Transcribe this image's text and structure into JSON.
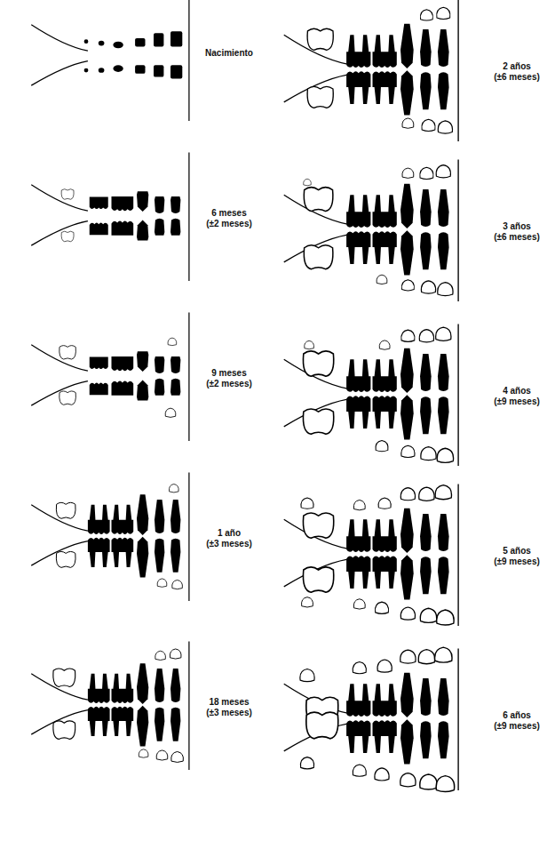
{
  "diagram": {
    "labels": [
      "Nacimiento",
      "6 meses",
      "(±2 meses)",
      "9 meses",
      "(±2 meses)",
      "1 año",
      "(±3 meses)",
      "18 meses",
      "(±3 meses)",
      "2 años",
      "(±6 meses)",
      "3 años",
      "(±6 meses)",
      "4 años",
      "(±9 meses)",
      "5 años",
      "(±9 meses)",
      "6 años",
      "(±9 meses)"
    ]
  }
}
